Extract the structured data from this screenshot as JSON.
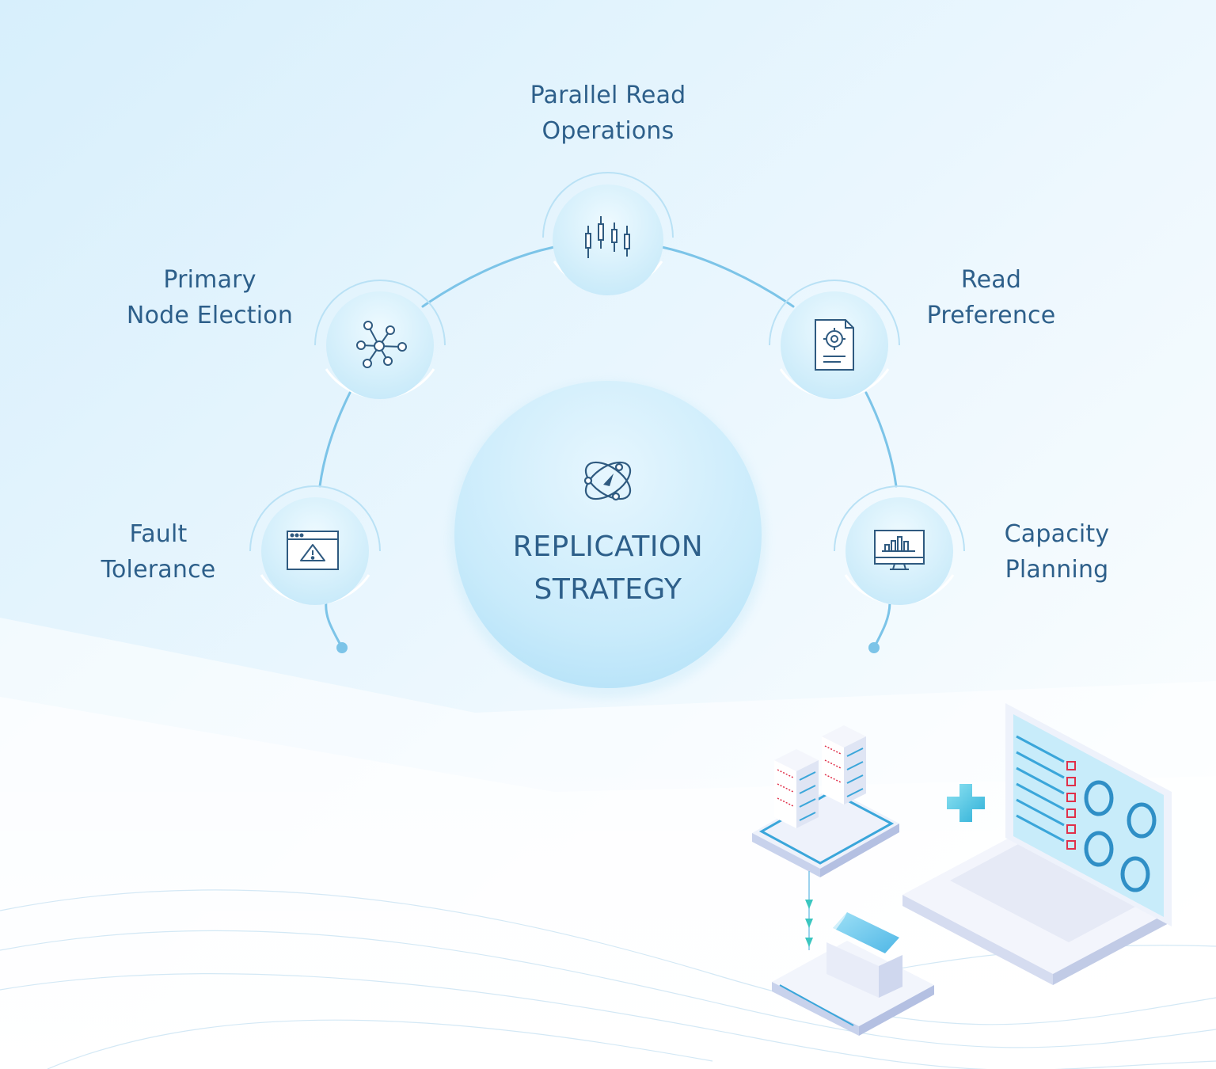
{
  "diagram": {
    "center": {
      "title": "REPLICATION\nSTRATEGY",
      "icon": "orbit-compass-icon"
    },
    "nodes": [
      {
        "id": "fault-tolerance",
        "label": "Fault\nTolerance",
        "icon": "browser-warning-icon"
      },
      {
        "id": "primary-node-election",
        "label": "Primary\nNode Election",
        "icon": "network-hub-icon"
      },
      {
        "id": "parallel-read-operations",
        "label": "Parallel Read\nOperations",
        "icon": "candlestick-chart-icon"
      },
      {
        "id": "read-preference",
        "label": "Read\nPreference",
        "icon": "document-settings-icon"
      },
      {
        "id": "capacity-planning",
        "label": "Capacity\nPlanning",
        "icon": "monitor-chart-icon"
      }
    ]
  },
  "colors": {
    "text": "#2d5f8a",
    "arc": "#7cc4e8",
    "icon_stroke": "#2f5a80",
    "node_fill": "#d9f1fc",
    "accent_red": "#e0304a",
    "accent_teal": "#3bc6c0"
  }
}
